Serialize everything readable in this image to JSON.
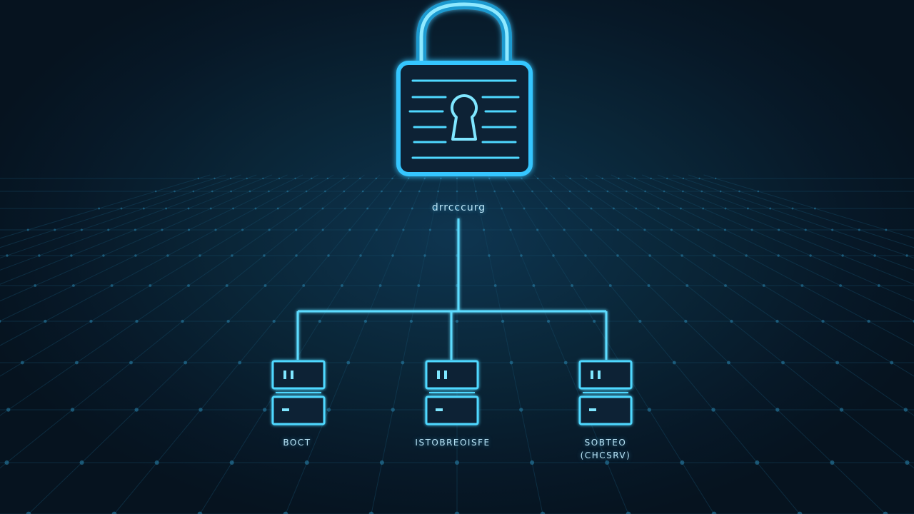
{
  "colors": {
    "background": "#071827",
    "glow": "#3fd0ff",
    "stroke": "#4fd8ff",
    "dots": "#1f6a8f"
  },
  "diagram": {
    "lock_icon": "padlock-icon",
    "root_label": "drrcccurg",
    "nodes": [
      {
        "icon": "server-icon",
        "label": "BOCT",
        "sublabel": ""
      },
      {
        "icon": "server-icon",
        "label": "ISTOBREOISFE",
        "sublabel": ""
      },
      {
        "icon": "server-icon",
        "label": "SOBTEO",
        "sublabel": "(CHCSRV)"
      }
    ]
  }
}
